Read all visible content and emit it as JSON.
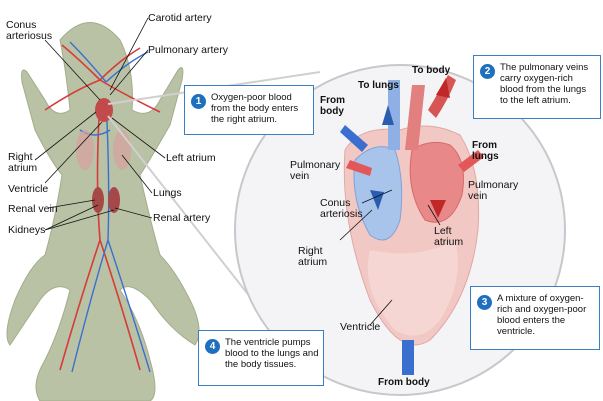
{
  "colors": {
    "accent": "#1f6fbf",
    "box_border": "#3a7fc4",
    "artery": "#d83a3a",
    "vein": "#3a6fd0",
    "frog_body": "#b9c2a4",
    "heart_bg": "#f4f4f6"
  },
  "frog_labels": {
    "conus_arteriosus": "Conus\narteriosus",
    "carotid_artery": "Carotid artery",
    "pulmonary_artery": "Pulmonary artery",
    "right_atrium": "Right\natrium",
    "left_atrium": "Left atrium",
    "ventricle": "Ventricle",
    "lungs": "Lungs",
    "renal_vein": "Renal vein",
    "renal_artery": "Renal artery",
    "kidneys": "Kidneys"
  },
  "heart_labels": {
    "to_lungs": "To lungs",
    "to_body": "To body",
    "from_body_top": "From\nbody",
    "from_lungs": "From\nlungs",
    "pulmonary_vein_left": "Pulmonary\nvein",
    "pulmonary_vein_right": "Pulmonary\nvein",
    "conus_arteriosis": "Conus\narteriosis",
    "right_atrium": "Right\natrium",
    "left_atrium": "Left\natrium",
    "ventricle": "Ventricle",
    "from_body_bottom": "From body"
  },
  "callouts": [
    {
      "number": "1",
      "text": "Oxygen-poor blood from the body enters the right atrium."
    },
    {
      "number": "2",
      "text": "The pulmonary veins carry oxygen-rich blood from the lungs to the left atrium."
    },
    {
      "number": "3",
      "text": "A mixture of oxygen-rich and oxygen-poor blood enters the ventricle."
    },
    {
      "number": "4",
      "text": "The ventricle pumps blood to the lungs and the body tissues."
    }
  ]
}
